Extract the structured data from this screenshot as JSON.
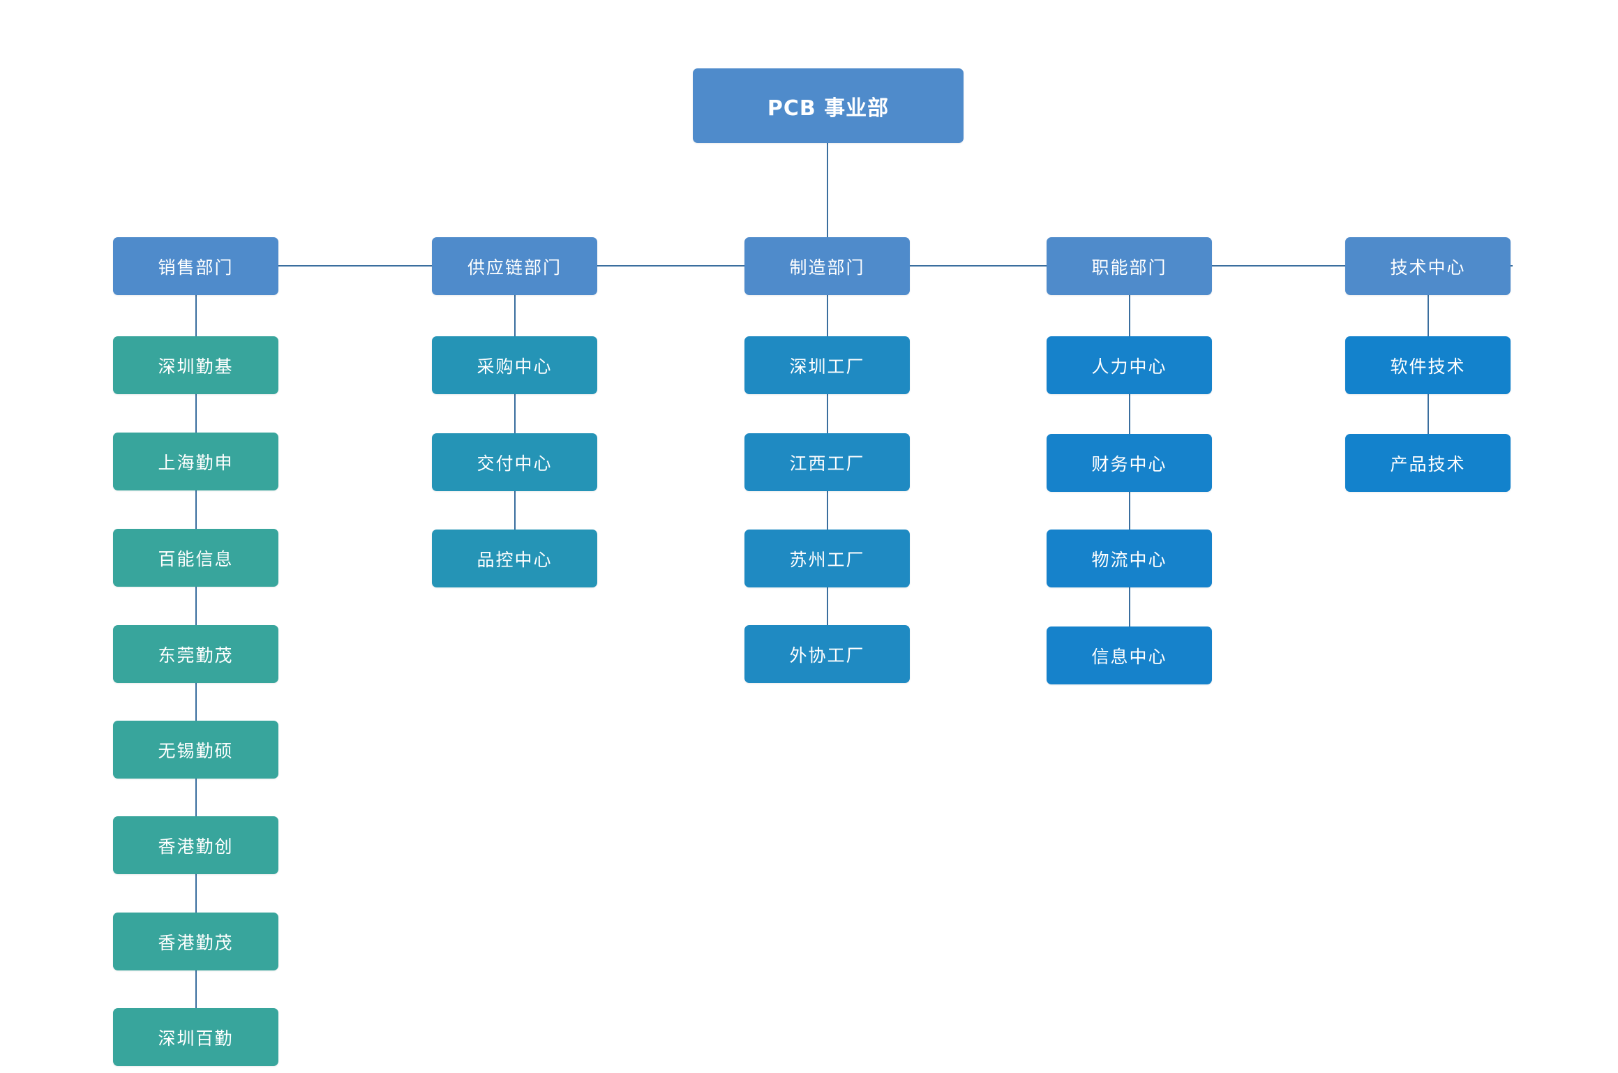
{
  "root": {
    "label": "PCB 事业部"
  },
  "departments": [
    {
      "label": "销售部门",
      "children": [
        "深圳勤基",
        "上海勤申",
        "百能信息",
        "东莞勤茂",
        "无锡勤硕",
        "香港勤创",
        "香港勤茂",
        "深圳百勤"
      ]
    },
    {
      "label": "供应链部门",
      "children": [
        "采购中心",
        "交付中心",
        "品控中心"
      ]
    },
    {
      "label": "制造部门",
      "children": [
        "深圳工厂",
        "江西工厂",
        "苏州工厂",
        "外协工厂"
      ]
    },
    {
      "label": "职能部门",
      "children": [
        "人力中心",
        "财务中心",
        "物流中心",
        "信息中心"
      ]
    },
    {
      "label": "技术中心",
      "children": [
        "软件技术",
        "产品技术"
      ]
    }
  ],
  "colors": {
    "root": "#4f8bcb",
    "department": "#4f8bcb",
    "connector": "#3a6e9e",
    "child_by_department": [
      "#38a59c",
      "#2594b6",
      "#1f8ac2",
      "#1682cb",
      "#1382cc"
    ]
  }
}
